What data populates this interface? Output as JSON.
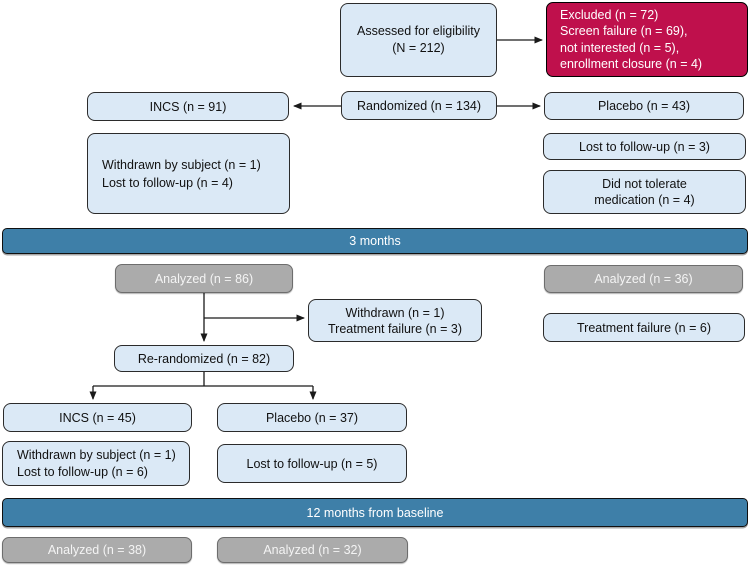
{
  "palette": {
    "box_fill": "#dbe9f6",
    "box_border": "#2b2b2b",
    "excluded_fill": "#bf104c",
    "band_fill": "#3e7fa8",
    "analyzed_fill": "#ababab",
    "analyzed_border": "#6d6d6d",
    "line_color": "#1a1a1a",
    "white_text": "#ffffff"
  },
  "flow": {
    "assessed": {
      "lines": [
        "Assessed for eligibility",
        "(N = 212)"
      ]
    },
    "excluded": {
      "lines": [
        "Excluded (n = 72)",
        "Screen failure (n = 69),",
        "not interested (n = 5),",
        "enrollment closure (n = 4)"
      ]
    },
    "incs91": {
      "label": "INCS (n = 91)"
    },
    "randomized": {
      "label": "Randomized (n = 134)"
    },
    "placebo43": {
      "label": "Placebo (n = 43)"
    },
    "incs_withdrawn": {
      "lines": [
        "Withdrawn by subject (n = 1)",
        "Lost to follow-up (n = 4)"
      ]
    },
    "lost3": {
      "label": "Lost to follow-up (n = 3)"
    },
    "tolerate": {
      "lines": [
        "Did not tolerate",
        "medication (n = 4)"
      ]
    },
    "band_3mo": {
      "label": "3 months"
    },
    "analyzed86": {
      "label": "Analyzed (n = 86)"
    },
    "analyzed36": {
      "label": "Analyzed (n = 36)"
    },
    "withdrawn_tf": {
      "lines": [
        "Withdrawn (n = 1)",
        "Treatment failure (n = 3)"
      ]
    },
    "tf6": {
      "label": "Treatment failure (n = 6)"
    },
    "rerandomized": {
      "label": "Re-randomized (n = 82)"
    },
    "incs45": {
      "label": "INCS (n = 45)"
    },
    "placebo37": {
      "label": "Placebo (n = 37)"
    },
    "incs45_withdrawn": {
      "lines": [
        "Withdrawn by subject (n = 1)",
        "Lost to follow-up (n = 6)"
      ]
    },
    "lost5": {
      "label": "Lost to follow-up (n = 5)"
    },
    "band_12mo": {
      "label": "12 months from baseline"
    },
    "analyzed38": {
      "label": "Analyzed (n = 38)"
    },
    "analyzed32": {
      "label": "Analyzed (n = 32)"
    }
  }
}
